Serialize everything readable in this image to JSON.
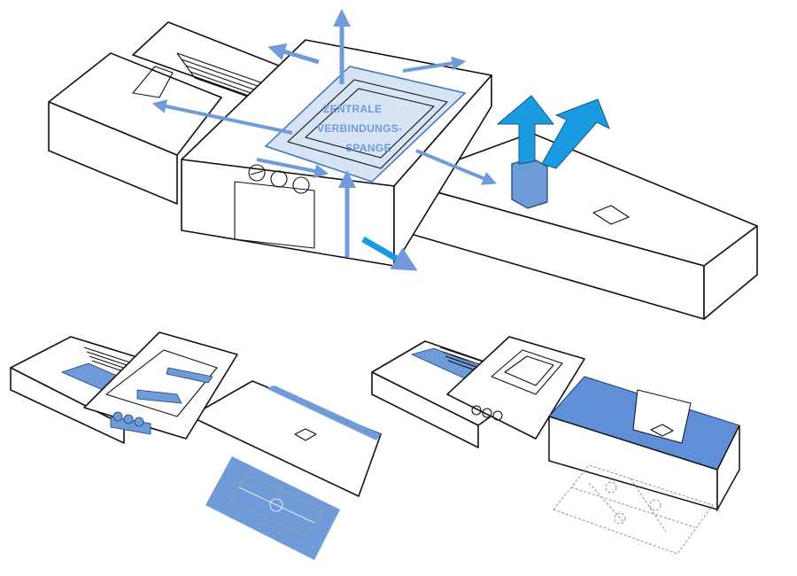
{
  "diagram": {
    "central_label": {
      "lines": [
        "ZENTRALE",
        "VERBINDUNGS-",
        "SPANGE"
      ]
    },
    "colors": {
      "accent_blue": "#1a9ae0",
      "soft_blue": "#6f9bd8",
      "fill_blue": "#5f8fd6",
      "outline": "#111111"
    },
    "views": [
      "main-axonometric",
      "variant-sports-field",
      "variant-three-courts"
    ]
  }
}
